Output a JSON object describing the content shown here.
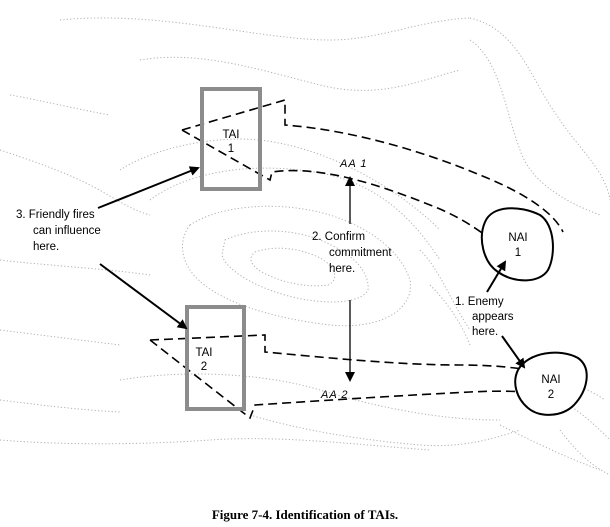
{
  "diagram": {
    "tai_1": [
      "TAI",
      "1"
    ],
    "tai_2": [
      "TAI",
      "2"
    ],
    "nai_1": [
      "NAI",
      "1"
    ],
    "nai_2": [
      "NAI",
      "2"
    ],
    "aa_1": "AA  1",
    "aa_2": "AA  2",
    "note_friendly_fires": [
      "3.  Friendly fires",
      "can influence",
      "here."
    ],
    "note_confirm": [
      "2.  Confirm",
      "commitment",
      "here."
    ],
    "note_enemy": [
      "1.  Enemy",
      "appears",
      "here."
    ],
    "caption": "Figure 7-4. Identification of TAIs."
  }
}
